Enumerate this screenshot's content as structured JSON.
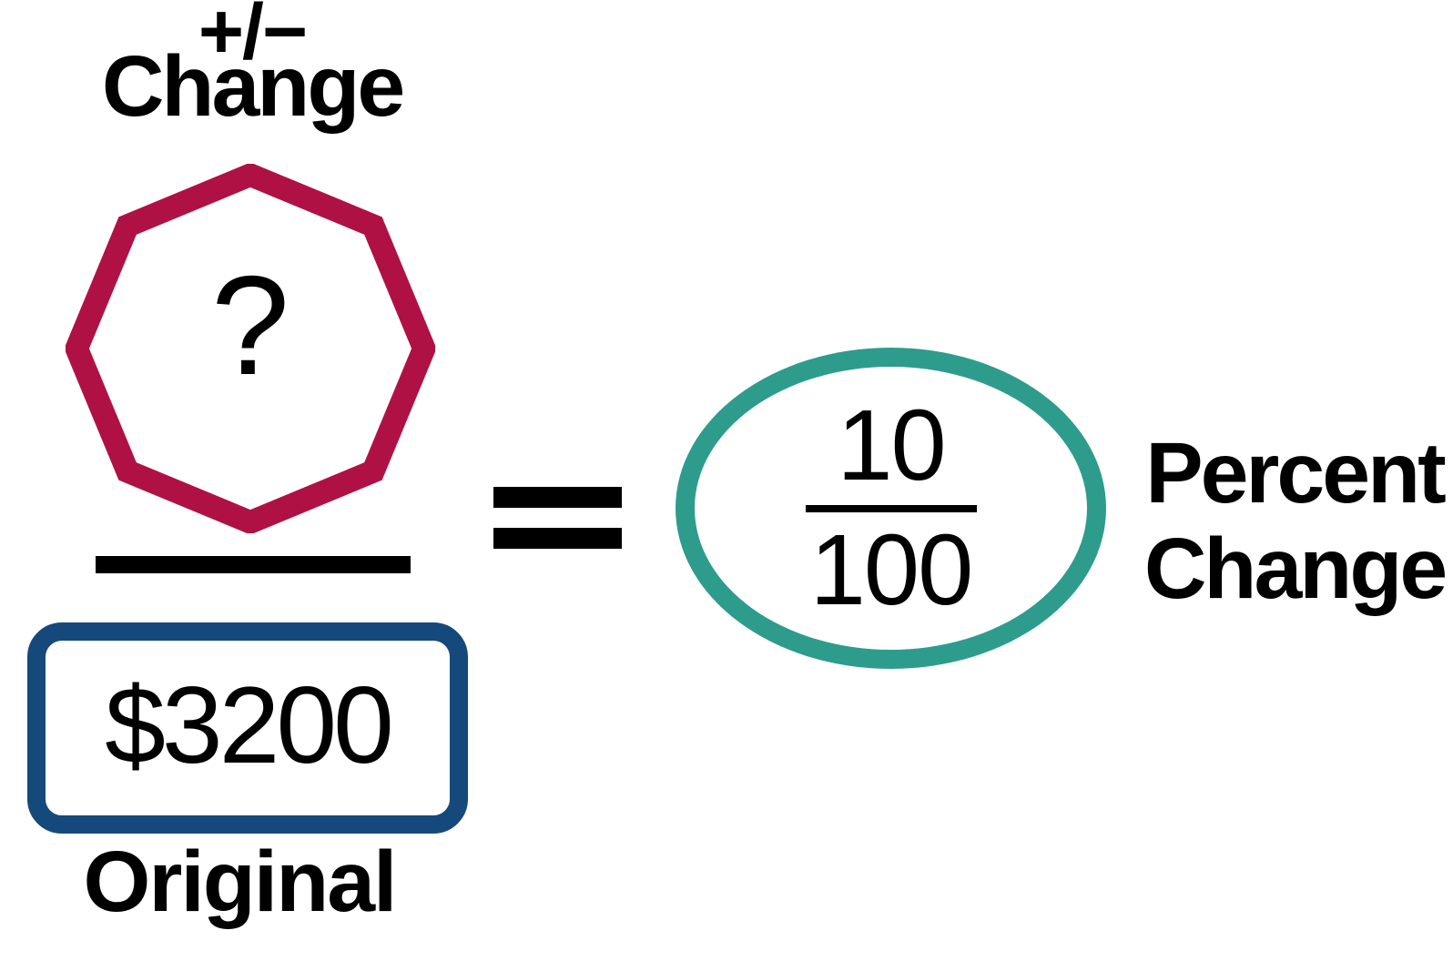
{
  "diagram": {
    "numerator_sign": "+/−",
    "numerator_label": "Change",
    "numerator_value": "?",
    "denominator_value": "$3200",
    "denominator_label": "Original",
    "equals_symbol": "=",
    "result_fraction": {
      "numerator": "10",
      "denominator": "100"
    },
    "result_label": {
      "line1": "Percent",
      "line2": "Change"
    },
    "colors": {
      "octagon_stroke": "#B01145",
      "box_stroke": "#15497C",
      "ellipse_stroke": "#2E9C8C",
      "text": "#000000"
    }
  }
}
